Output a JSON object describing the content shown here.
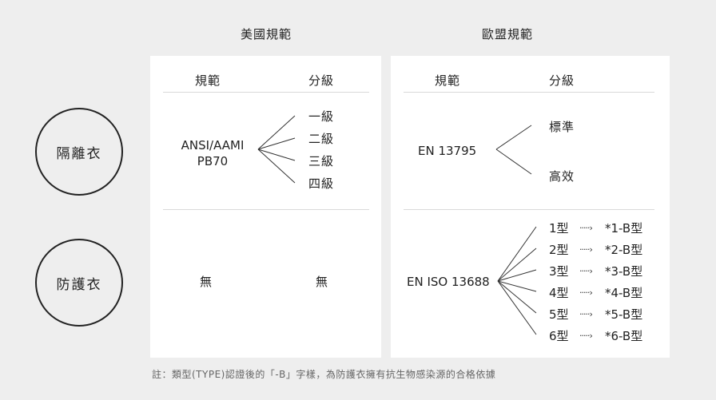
{
  "headers": {
    "us": "美國規範",
    "eu": "歐盟規範"
  },
  "column_headers": {
    "us": {
      "standard": "規範",
      "grade": "分級"
    },
    "eu": {
      "standard": "規範",
      "grade": "分級"
    }
  },
  "rows": {
    "isolation": {
      "label": "隔離衣"
    },
    "protective": {
      "label": "防護衣"
    }
  },
  "us_isolation": {
    "standard_line1": "ANSI/AAMI",
    "standard_line2": "PB70",
    "levels": [
      "一級",
      "二級",
      "三級",
      "四級"
    ]
  },
  "eu_isolation": {
    "standard": "EN 13795",
    "levels": [
      "標準",
      "高效"
    ]
  },
  "us_protective": {
    "standard": "無",
    "grade": "無"
  },
  "eu_protective": {
    "standard": "EN ISO 13688",
    "types": [
      "1型",
      "2型",
      "3型",
      "4型",
      "5型",
      "6型"
    ],
    "arrow": "·····›",
    "b_types": [
      "*1-B型",
      "*2-B型",
      "*3-B型",
      "*4-B型",
      "*5-B型",
      "*6-B型"
    ]
  },
  "footnote": "註：類型(TYPE)認證後的「-B」字樣，為防護衣擁有抗生物感染源的合格依據"
}
